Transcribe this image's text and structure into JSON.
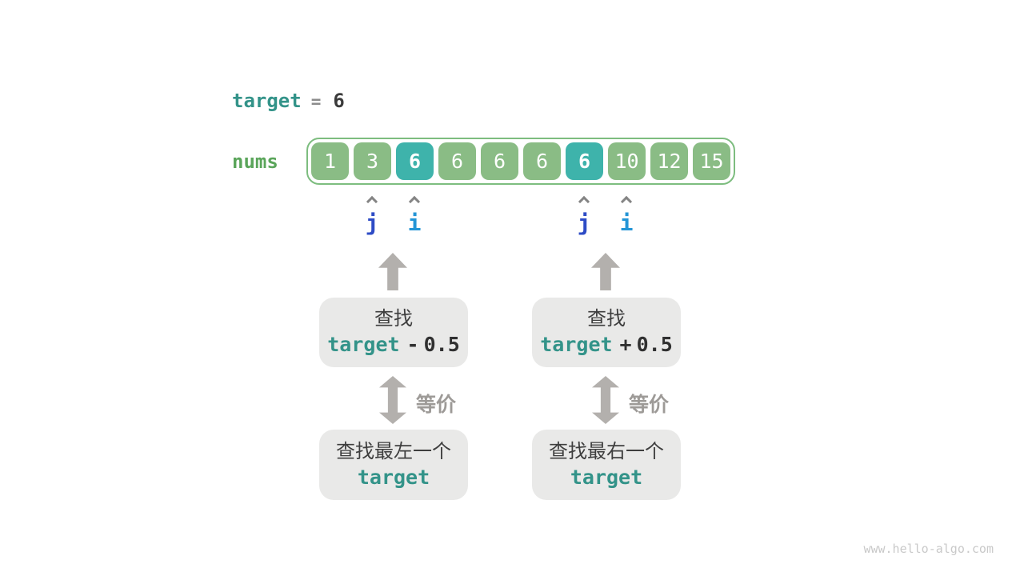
{
  "colors": {
    "teal_text": "#339389",
    "green_label": "#5aa55a",
    "cell_green": "#8abc85",
    "cell_teal": "#3eb3ab",
    "array_border": "#7dbd7f",
    "box_gray": "#e9e9e8",
    "arrow_gray": "#b3b0ad",
    "equiv_gray": "#9d9a97",
    "dark_text": "#3b3b3b",
    "equals_gray": "#8c8c8c",
    "caret_gray": "#848484",
    "pointer_j_blue": "#2e4cc6",
    "pointer_i_blue": "#2495d6",
    "watermark_gray": "#c9c9c9"
  },
  "target_line": {
    "keyword": "target",
    "equals": "=",
    "value": "6"
  },
  "array": {
    "label": "nums",
    "cells": [
      {
        "value": "1",
        "highlighted": false
      },
      {
        "value": "3",
        "highlighted": false
      },
      {
        "value": "6",
        "highlighted": true
      },
      {
        "value": "6",
        "highlighted": false
      },
      {
        "value": "6",
        "highlighted": false
      },
      {
        "value": "6",
        "highlighted": false
      },
      {
        "value": "6",
        "highlighted": true
      },
      {
        "value": "10",
        "highlighted": false
      },
      {
        "value": "12",
        "highlighted": false
      },
      {
        "value": "15",
        "highlighted": false
      }
    ]
  },
  "pointers": {
    "left_group": [
      {
        "name": "j",
        "cell_index": 1
      },
      {
        "name": "i",
        "cell_index": 2
      }
    ],
    "right_group": [
      {
        "name": "j",
        "cell_index": 6
      },
      {
        "name": "i",
        "cell_index": 7
      }
    ]
  },
  "flows": {
    "left": {
      "search_action": "查找",
      "search_keyword": "target",
      "search_operator": "-",
      "search_operand": "0.5",
      "equiv_label": "等价",
      "result_action": "查找最左一个",
      "result_keyword": "target"
    },
    "right": {
      "search_action": "查找",
      "search_keyword": "target",
      "search_operator": "+",
      "search_operand": "0.5",
      "equiv_label": "等价",
      "result_action": "查找最右一个",
      "result_keyword": "target"
    }
  },
  "watermark": "www.hello-algo.com"
}
